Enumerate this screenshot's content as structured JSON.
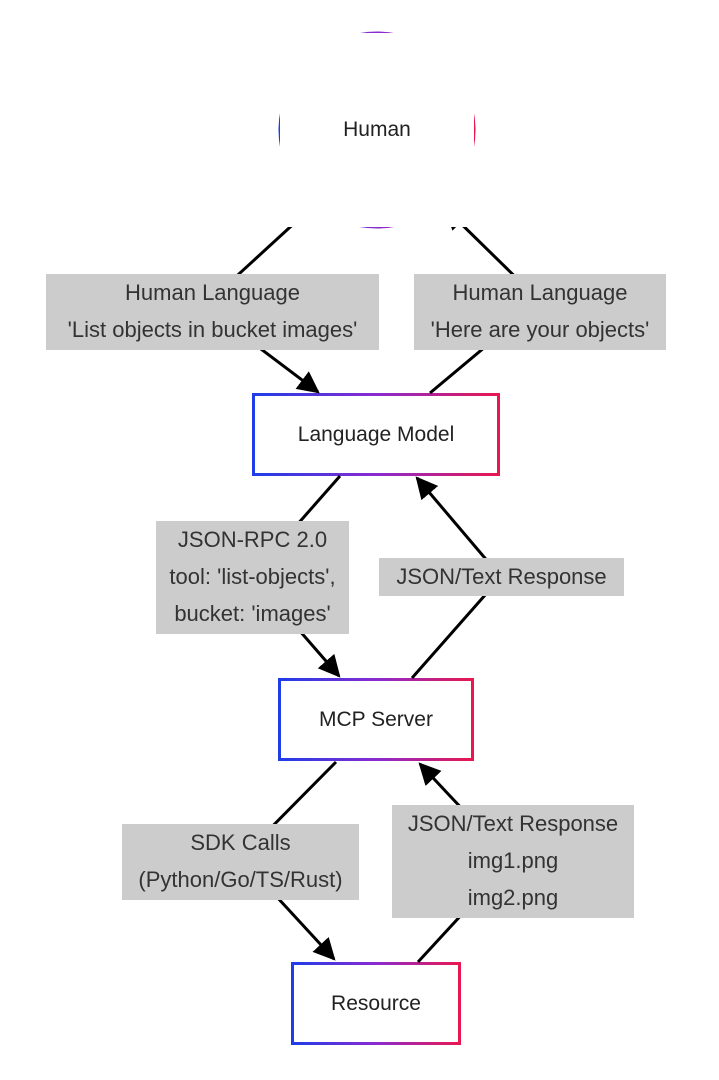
{
  "nodes": {
    "human": "Human",
    "language_model": "Language Model",
    "mcp_server": "MCP Server",
    "resource": "Resource"
  },
  "edges": {
    "human_to_model": {
      "lines": [
        "Human Language",
        "'List objects in bucket images'"
      ]
    },
    "model_to_human": {
      "lines": [
        "Human Language",
        "'Here are your objects'"
      ]
    },
    "model_to_server": {
      "lines": [
        "JSON-RPC 2.0",
        "tool: 'list-objects',",
        "bucket: 'images'"
      ]
    },
    "server_to_model": {
      "lines": [
        "JSON/Text Response"
      ]
    },
    "server_to_resource": {
      "lines": [
        "SDK Calls",
        "(Python/Go/TS/Rust)"
      ]
    },
    "resource_to_server": {
      "lines": [
        "JSON/Text Response",
        "img1.png",
        "img2.png"
      ]
    }
  },
  "colors": {
    "gradient_start": "#1e3de8",
    "gradient_mid": "#8a2bd0",
    "gradient_end": "#e8174f",
    "edge": "#000000",
    "label_bg": "#cccccc"
  }
}
